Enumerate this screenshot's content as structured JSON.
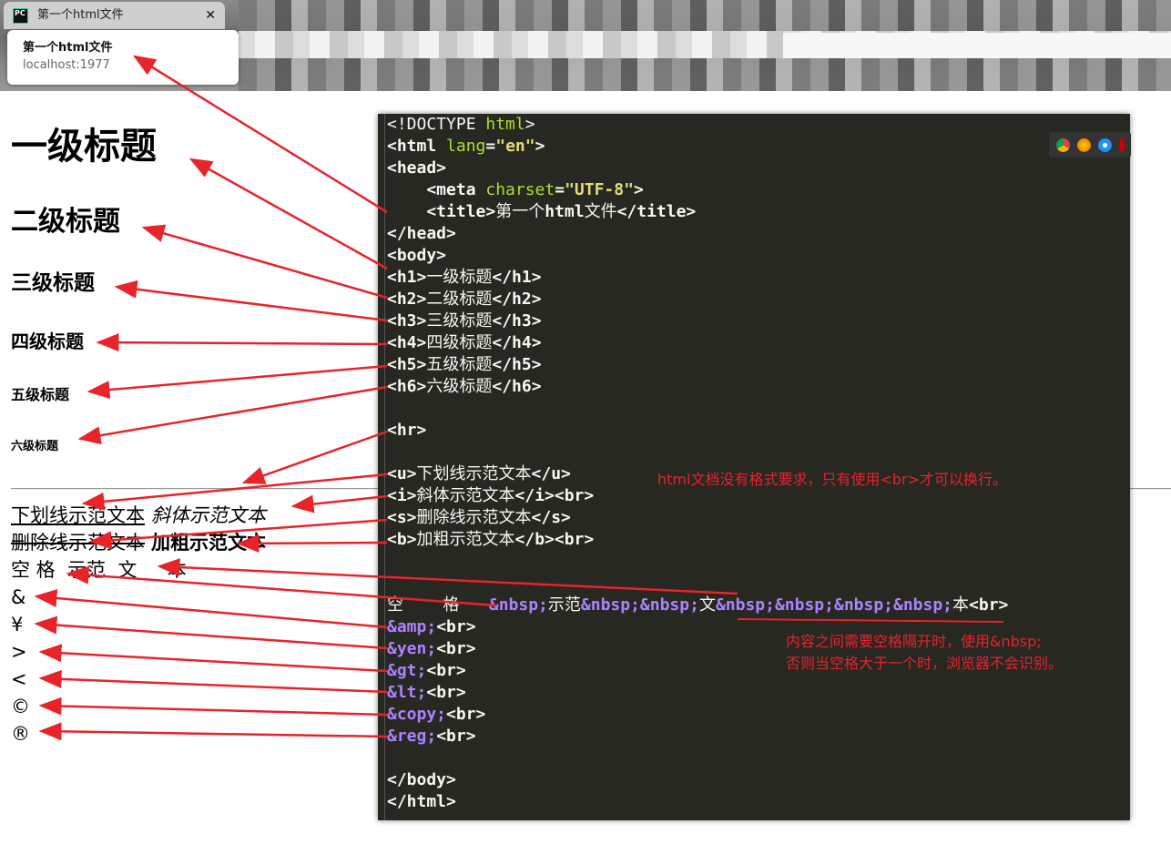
{
  "browser": {
    "tab_icon": "PC",
    "tab_title": "第一个html文件",
    "close": "✕",
    "tooltip_title": "第一个html文件",
    "tooltip_url": "localhost:1977"
  },
  "page": {
    "headings": [
      "一级标题",
      "二级标题",
      "三级标题",
      "四级标题",
      "五级标题",
      "六级标题"
    ],
    "underline": "下划线示范文本",
    "italic": "斜体示范文本",
    "strike": "删除线示范文本",
    "bold": "加粗示范文本",
    "spaced": "空 格  示范  文     本",
    "entities": [
      "&",
      "¥",
      ">",
      "<",
      "©",
      "®"
    ]
  },
  "editor": {
    "lines": [
      [
        [
          "doc",
          "<!DOCTYPE "
        ],
        [
          "attr",
          "html"
        ],
        [
          "doc",
          ">"
        ]
      ],
      [
        [
          "tag",
          "<html "
        ],
        [
          "attr",
          "lang"
        ],
        [
          "tag",
          "="
        ],
        [
          "str",
          "\"en\""
        ],
        [
          "tag",
          ">"
        ]
      ],
      [
        [
          "tag",
          "<head>"
        ]
      ],
      [
        [
          "tag",
          "    <meta "
        ],
        [
          "attr",
          "charset"
        ],
        [
          "tag",
          "="
        ],
        [
          "str",
          "\"UTF-8\""
        ],
        [
          "tag",
          ">"
        ]
      ],
      [
        [
          "tag",
          "    <title>"
        ],
        [
          "txt",
          "第一个"
        ],
        [
          "tag",
          "html"
        ],
        [
          "txt",
          "文件"
        ],
        [
          "tag",
          "</title>"
        ]
      ],
      [
        [
          "tag",
          "</head>"
        ]
      ],
      [
        [
          "tag",
          "<body>"
        ]
      ],
      [
        [
          "tag",
          "<h1>"
        ],
        [
          "txt",
          "一级标题"
        ],
        [
          "tag",
          "</h1>"
        ]
      ],
      [
        [
          "tag",
          "<h2>"
        ],
        [
          "txt",
          "二级标题"
        ],
        [
          "tag",
          "</h2>"
        ]
      ],
      [
        [
          "tag",
          "<h3>"
        ],
        [
          "txt",
          "三级标题"
        ],
        [
          "tag",
          "</h3>"
        ]
      ],
      [
        [
          "tag",
          "<h4>"
        ],
        [
          "txt",
          "四级标题"
        ],
        [
          "tag",
          "</h4>"
        ]
      ],
      [
        [
          "tag",
          "<h5>"
        ],
        [
          "txt",
          "五级标题"
        ],
        [
          "tag",
          "</h5>"
        ]
      ],
      [
        [
          "tag",
          "<h6>"
        ],
        [
          "txt",
          "六级标题"
        ],
        [
          "tag",
          "</h6>"
        ]
      ],
      [],
      [
        [
          "tag",
          "<hr>"
        ]
      ],
      [],
      [
        [
          "tag",
          "<u>"
        ],
        [
          "txt",
          "下划线示范文本"
        ],
        [
          "tag",
          "</u>"
        ]
      ],
      [
        [
          "tag",
          "<i>"
        ],
        [
          "txt",
          "斜体示范文本"
        ],
        [
          "tag",
          "</i><br>"
        ]
      ],
      [
        [
          "tag",
          "<s>"
        ],
        [
          "txt",
          "删除线示范文本"
        ],
        [
          "tag",
          "</s>"
        ]
      ],
      [
        [
          "tag",
          "<b>"
        ],
        [
          "txt",
          "加粗示范文本"
        ],
        [
          "tag",
          "</b><br>"
        ]
      ],
      [],
      [],
      [
        [
          "txt",
          "空    格   "
        ],
        [
          "ent",
          "&nbsp;"
        ],
        [
          "txt",
          "示范"
        ],
        [
          "ent",
          "&nbsp;&nbsp;"
        ],
        [
          "txt",
          "文"
        ],
        [
          "ent",
          "&nbsp;&nbsp;&nbsp;&nbsp;"
        ],
        [
          "txt",
          "本"
        ],
        [
          "tag",
          "<br>"
        ]
      ],
      [
        [
          "ent",
          "&amp;"
        ],
        [
          "tag",
          "<br>"
        ]
      ],
      [
        [
          "ent",
          "&yen;"
        ],
        [
          "tag",
          "<br>"
        ]
      ],
      [
        [
          "ent",
          "&gt;"
        ],
        [
          "tag",
          "<br>"
        ]
      ],
      [
        [
          "ent",
          "&lt;"
        ],
        [
          "tag",
          "<br>"
        ]
      ],
      [
        [
          "ent",
          "&copy;"
        ],
        [
          "tag",
          "<br>"
        ]
      ],
      [
        [
          "ent",
          "&reg;"
        ],
        [
          "tag",
          "<br>"
        ]
      ],
      [],
      [
        [
          "tag",
          "</body>"
        ]
      ],
      [
        [
          "tag",
          "</html>"
        ]
      ]
    ]
  },
  "notes": {
    "br": "html文档没有格式要求，只有使用<br>才可以换行。",
    "nbsp_1": "内容之间需要空格隔开时，使用&nbsp;",
    "nbsp_2": "否则当空格大于一个时，浏览器不会识别。"
  },
  "colors": {
    "annotation": "#e8232a",
    "editor_bg": "#272822"
  }
}
